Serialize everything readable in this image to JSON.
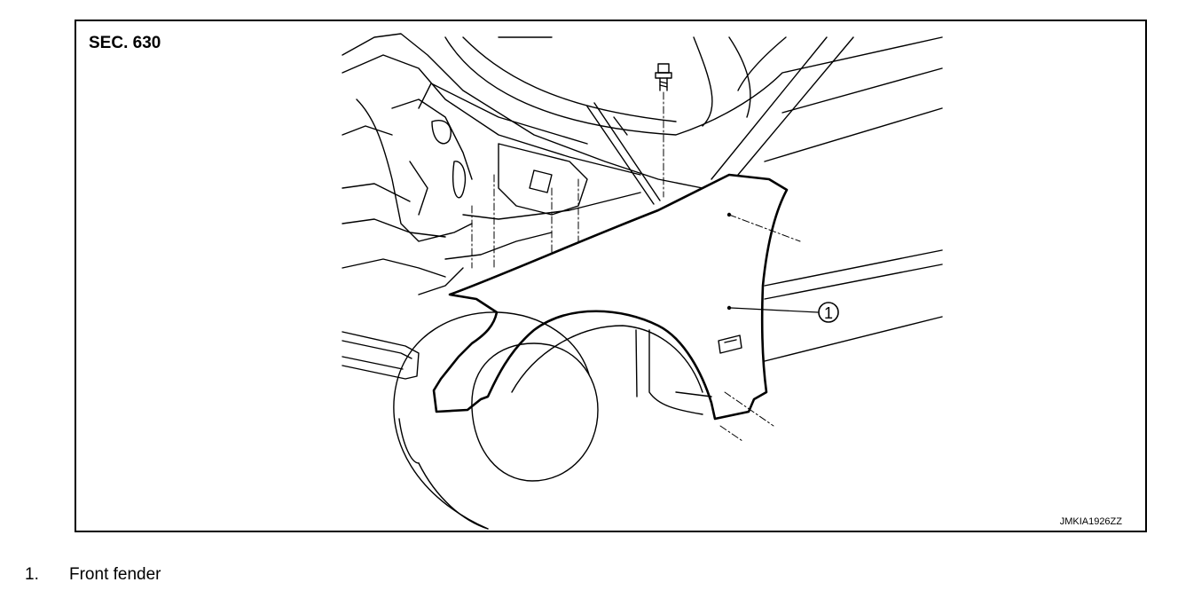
{
  "diagram": {
    "section_label": "SEC. 630",
    "figure_code": "JMKIA1926ZZ",
    "callout_number": "1"
  },
  "legend": [
    {
      "number": "1.",
      "text": "Front fender"
    }
  ]
}
